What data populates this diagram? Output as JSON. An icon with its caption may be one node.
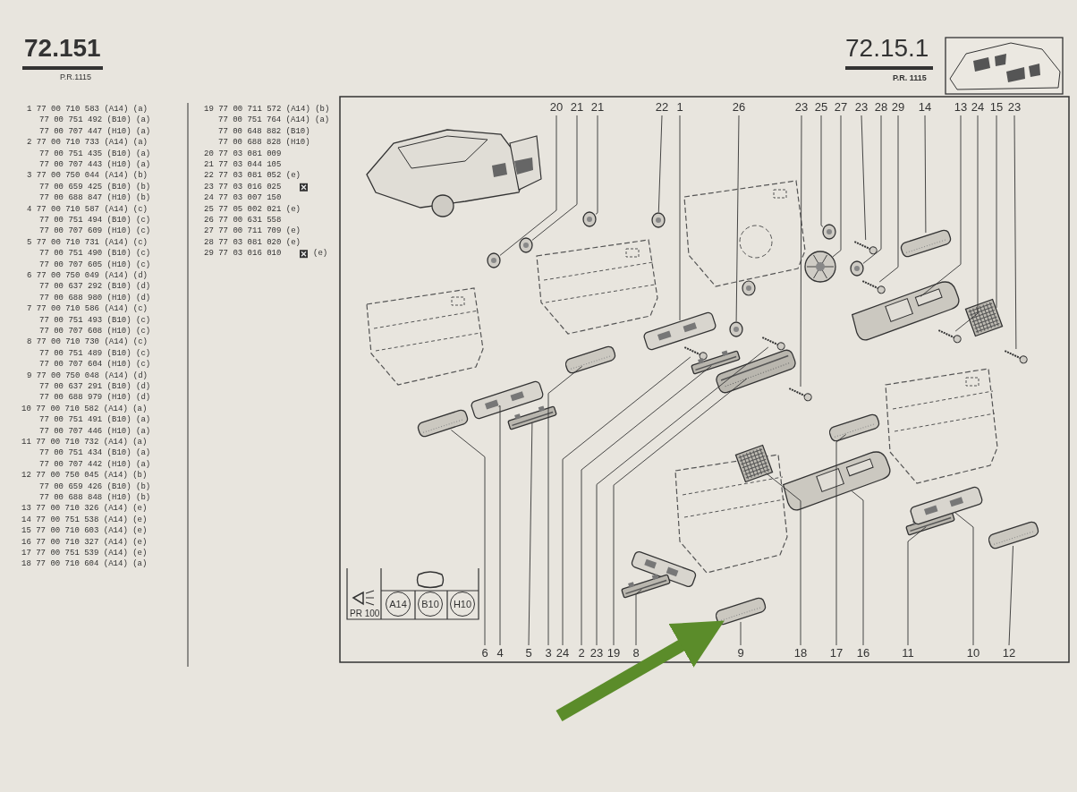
{
  "diagram": {
    "nodes": [
      {
        "text": [
          "20"
        ]
      },
      {
        "text": [
          "21"
        ]
      },
      {
        "text": [
          "21"
        ]
      },
      {
        "text": [
          "22"
        ]
      },
      {
        "text": [
          "1"
        ]
      },
      {
        "text": [
          "26"
        ]
      },
      {
        "text": [
          "23"
        ]
      },
      {
        "text": [
          "25"
        ]
      },
      {
        "text": [
          "27"
        ]
      },
      {
        "text": [
          "23"
        ]
      },
      {
        "text": [
          "28"
        ]
      },
      {
        "text": [
          "29"
        ]
      },
      {
        "text": [
          "14"
        ]
      },
      {
        "text": [
          "13"
        ]
      },
      {
        "text": [
          "24"
        ]
      },
      {
        "text": [
          "15"
        ]
      },
      {
        "text": [
          "23"
        ]
      },
      {
        "text": [
          "6"
        ]
      },
      {
        "text": [
          "4"
        ]
      },
      {
        "text": [
          "5"
        ]
      },
      {
        "text": [
          "3"
        ]
      },
      {
        "text": [
          "24"
        ]
      },
      {
        "text": [
          "2"
        ]
      },
      {
        "text": [
          "23"
        ]
      },
      {
        "text": [
          "19"
        ]
      },
      {
        "text": [
          "8"
        ]
      },
      {
        "text": [
          "9"
        ]
      },
      {
        "text": [
          "18"
        ]
      },
      {
        "text": [
          "17"
        ]
      },
      {
        "text": [
          "16"
        ]
      },
      {
        "text": [
          "11"
        ]
      },
      {
        "text": [
          "10"
        ]
      },
      {
        "text": [
          "12"
        ]
      },
      {
        "text": [],
        "shape": "picture"
      },
      {
        "text": [],
        "shape": "picture"
      },
      {
        "text": [],
        "shape": "picture"
      },
      {
        "text": [],
        "shape": "picture"
      },
      {
        "text": [],
        "shape": "picture"
      },
      {
        "text": [],
        "shape": "picture"
      },
      {
        "text": [],
        "shape": "picture"
      },
      {
        "text": [],
        "shape": "picture"
      },
      {
        "text": [],
        "shape": "picture"
      },
      {
        "text": [],
        "shape": "picture"
      },
      {
        "text": [],
        "shape": "picture"
      },
      {
        "text": [],
        "shape": "picture"
      },
      {
        "text": [],
        "shape": "picture"
      },
      {
        "text": [],
        "shape": "picture"
      },
      {
        "text": [],
        "shape": "picture"
      },
      {
        "text": [],
        "shape": "picture"
      },
      {
        "text": [],
        "shape": "picture"
      },
      {
        "text": [],
        "shape": "picture"
      },
      {
        "text": [],
        "shape": "picture"
      },
      {
        "text": [],
        "shape": "picture"
      },
      {
        "text": [],
        "shape": "picture"
      },
      {
        "text": [],
        "shape": "picture"
      },
      {
        "text": [],
        "shape": "picture"
      },
      {
        "text": [],
        "shape": "picture"
      },
      {
        "text": [],
        "shape": "picture"
      },
      {
        "text": [],
        "shape": "picture"
      },
      {
        "text": [],
        "shape": "picture"
      },
      {
        "text": [],
        "shape": "picture"
      },
      {
        "text": [],
        "shape": "picture"
      },
      {
        "text": [],
        "shape": "picture"
      },
      {
        "text": [],
        "shape": "picture"
      },
      {
        "text": [],
        "shape": "picture"
      },
      {
        "text": [],
        "shape": "picture"
      }
    ],
    "edges": [
      {
        "from": 0,
        "to": 33,
        "arrow": "none"
      },
      {
        "from": 1,
        "to": 34,
        "arrow": "none"
      },
      {
        "from": 2,
        "to": 35,
        "arrow": "none"
      },
      {
        "from": 3,
        "to": 36,
        "arrow": "none"
      },
      {
        "from": 4,
        "to": 37,
        "arrow": "none"
      },
      {
        "from": 5,
        "to": 38,
        "arrow": "none"
      },
      {
        "from": 6,
        "to": 39,
        "arrow": "none"
      },
      {
        "from": 7,
        "to": 40,
        "arrow": "none"
      },
      {
        "from": 8,
        "to": 41,
        "arrow": "none"
      },
      {
        "from": 9,
        "to": 42,
        "arrow": "none"
      },
      {
        "from": 10,
        "to": 43,
        "arrow": "none"
      },
      {
        "from": 11,
        "to": 44,
        "arrow": "none"
      },
      {
        "from": 12,
        "to": 45,
        "arrow": "none"
      },
      {
        "from": 13,
        "to": 46,
        "arrow": "none"
      },
      {
        "from": 14,
        "to": 47,
        "arrow": "none"
      },
      {
        "from": 15,
        "to": 48,
        "arrow": "none"
      },
      {
        "from": 16,
        "to": 49,
        "arrow": "none"
      },
      {
        "from": 17,
        "to": 50,
        "arrow": "none"
      },
      {
        "from": 18,
        "to": 51,
        "arrow": "none"
      },
      {
        "from": 19,
        "to": 52,
        "arrow": "none"
      },
      {
        "from": 20,
        "to": 53,
        "arrow": "none"
      },
      {
        "from": 21,
        "to": 54,
        "arrow": "none"
      },
      {
        "from": 22,
        "to": 55,
        "arrow": "none"
      },
      {
        "from": 23,
        "to": 56,
        "arrow": "none"
      },
      {
        "from": 24,
        "to": 57,
        "arrow": "none"
      },
      {
        "from": 25,
        "to": 58,
        "arrow": "none"
      },
      {
        "from": 26,
        "to": 59,
        "arrow": "none"
      },
      {
        "from": 27,
        "to": 60,
        "arrow": "none"
      },
      {
        "from": 28,
        "to": 61,
        "arrow": "none"
      },
      {
        "from": 29,
        "to": 62,
        "arrow": "none"
      },
      {
        "from": 30,
        "to": 63,
        "arrow": "none"
      },
      {
        "from": 31,
        "to": 64,
        "arrow": "none"
      },
      {
        "from": 32,
        "to": 65,
        "arrow": "none"
      },
      {
        "from": null,
        "to": 59,
        "arrow": "to",
        "style": "thick",
        "color": "#5b8c2a"
      }
    ],
    "labels": [
      "72.151",
      "P.R.1115",
      "1 77 00 710 583 (A14) (a)",
      "77 00 751 492 (B10) (a)",
      "77 00 707 447 (H10) (a)",
      "2 77 00 710 733 (A14) (a)",
      "77 00 751 435 (B10) (a)",
      "77 00 707 443 (H10) (a)",
      "3 77 00 750 044 (A14) (b)",
      "77 00 659 425 (B10) (b)",
      "77 00 688 847 (H10) (b)",
      "4 77 00 710 587 (A14) (c)",
      "77 00 751 494 (B10) (c)",
      "77 00 707 609 (H10) (c)",
      "5 77 00 710 731 (A14) (c)",
      "77 00 751 490 (B10) (c)",
      "77 00 707 605 (H10) (c)",
      "6 77 00 750 049 (A14) (d)",
      "77 00 637 292 (B10) (d)",
      "77 00 688 980 (H10) (d)",
      "7 77 00 710 586 (A14) (c)",
      "77 00 751 493 (B10) (c)",
      "77 00 707 608 (H10) (c)",
      "8 77 00 710 730 (A14) (c)",
      "77 00 751 489 (B10) (c)",
      "77 00 707 604 (H10) (c)",
      "9 77 00 750 048 (A14) (d)",
      "77 00 637 291 (B10) (d)",
      "77 00 688 979 (H10) (d)",
      "10 77 00 710 582 (A14) (a)",
      "77 00 751 491 (B10) (a)",
      "77 00 707 446 (H10) (a)",
      "11 77 00 710 732 (A14) (a)",
      "77 00 751 434 (B10) (a)",
      "77 00 707 442 (H10) (a)",
      "12 77 00 750 045 (A14) (b)",
      "77 00 659 426 (B10) (b)",
      "77 00 688 848 (H10) (b)",
      "13 77 00 710 326 (A14) (e)",
      "14 77 00 751 538 (A14) (e)",
      "15 77 00 710 603 (A14) (e)",
      "16 77 00 710 327 (A14) (e)",
      "17 77 00 751 539 (A14) (e)",
      "18 77 00 710 604 (A14) (a)",
      "19 77 00 711 572 (A14) (b)",
      "77 00 751 764 (A14) (a)",
      "77 00 648 882 (B10)",
      "77 00 688 828 (H10)",
      "20 77 03 081 009",
      "21 77 03 044 105",
      "22 77 03 081 052 (e)",
      "23 77 03 016 025",
      "24 77 03 007 150",
      "25 77 05 002 021 (e)",
      "26 77 00 631 558",
      "27 77 00 711 709 (e)",
      "28 77 03 081 020 (e)",
      "29 77 03 016 010",
      "(e)",
      "72.15.1",
      "P.R. 1115",
      "PR 100",
      "A14",
      "B10",
      "H10"
    ]
  }
}
